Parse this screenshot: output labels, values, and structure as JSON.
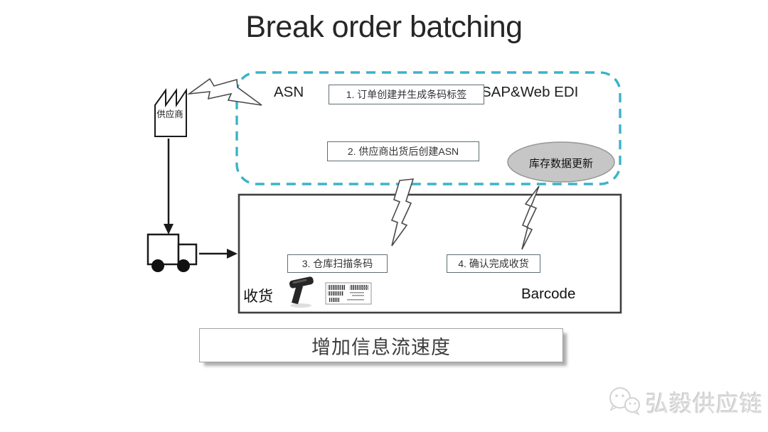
{
  "title": "Break order batching",
  "supplier": {
    "label": "供应商"
  },
  "asn_zone": {
    "asn_label": "ASN",
    "sap_edi_label": "SAP&Web EDI",
    "step1": "1. 订单创建并生成条码标签",
    "step2": "2. 供应商出货后创建ASN",
    "inventory_update": "库存数据更新"
  },
  "receiving_zone": {
    "receiving_label": "收货",
    "barcode_label": "Barcode",
    "step3": "3. 仓库扫描条码",
    "step4": "4. 确认完成收货"
  },
  "banner": {
    "text": "增加信息流速度"
  },
  "watermark": {
    "brand": "弘毅供应链"
  },
  "icons": {
    "factory": "factory-icon",
    "truck": "truck-icon",
    "lightning": "lightning-bolt-icon",
    "scanner": "barcode-scanner-icon",
    "barcode_sheet": "barcode-label-icon",
    "wechat": "wechat-logo-icon"
  },
  "colors": {
    "dashed_zone_border": "#3BB3C8",
    "solid_zone_border": "#3F3F3F",
    "step_box_border": "#5E6E74",
    "ellipse_fill": "#C6C6C6",
    "outline": "#1A1A1A",
    "text": "#333333",
    "watermark": "#DCDCDC"
  }
}
